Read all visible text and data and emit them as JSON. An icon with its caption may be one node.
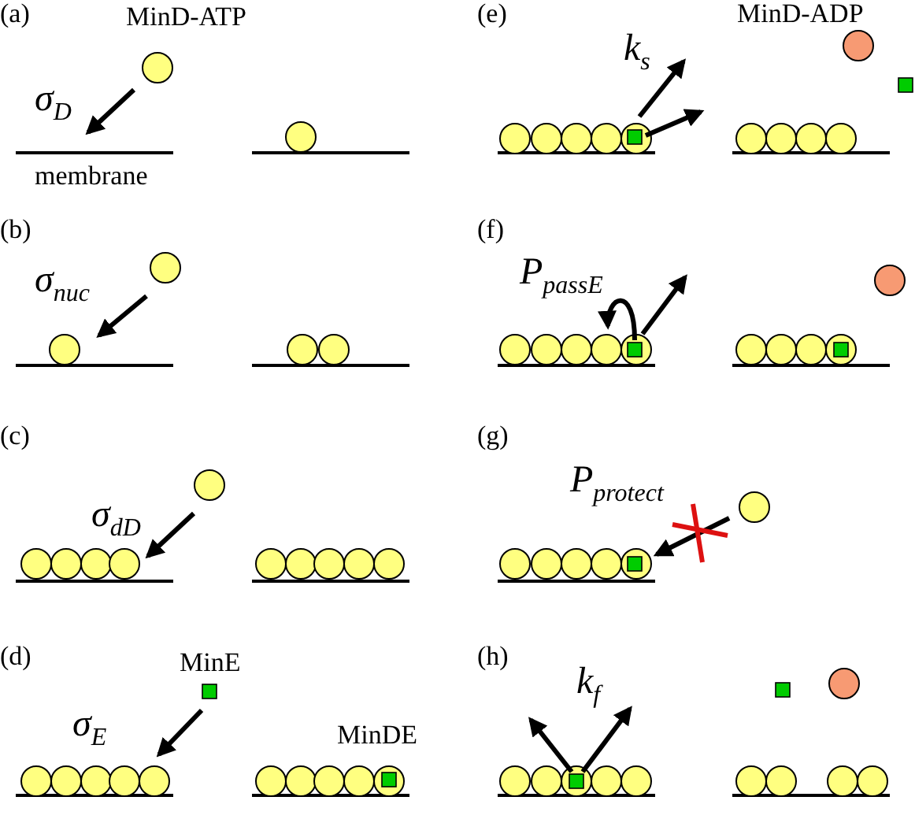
{
  "diagram": {
    "labels": [
      "(a)",
      "MinD-ATP",
      "σ$_{D}$",
      "membrane",
      "(e)",
      "k$_{s}$",
      "MinD-ADP",
      "(b)",
      "σ$_{nuc}$",
      "(f)",
      "P$_{passE}$",
      "(c)",
      "σ$_{dD}$",
      "(g)",
      "P$_{protect}$",
      "(d)",
      "MinE",
      "σ$_{E}$",
      "MinDE",
      "(h)",
      "k$_{f}$"
    ]
  }
}
